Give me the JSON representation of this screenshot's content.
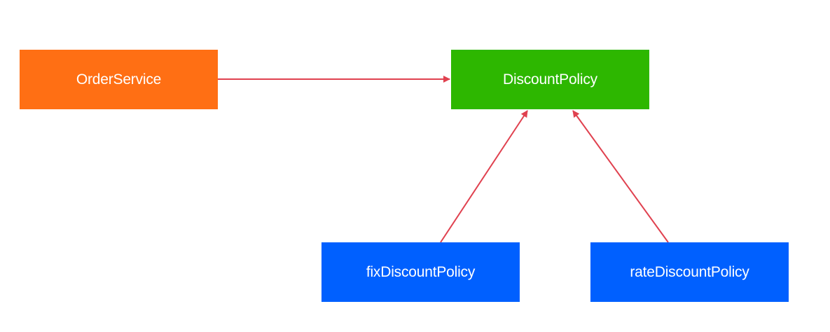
{
  "nodes": {
    "order_service": {
      "label": "OrderService",
      "color": "#ff6f14"
    },
    "discount_policy": {
      "label": "DiscountPolicy",
      "color": "#2db700"
    },
    "fix_discount_policy": {
      "label": "fixDiscountPolicy",
      "color": "#0060ff"
    },
    "rate_discount_policy": {
      "label": "rateDiscountPolicy",
      "color": "#0060ff"
    }
  },
  "edges": [
    {
      "from": "OrderService",
      "to": "DiscountPolicy"
    },
    {
      "from": "fixDiscountPolicy",
      "to": "DiscountPolicy"
    },
    {
      "from": "rateDiscountPolicy",
      "to": "DiscountPolicy"
    }
  ],
  "edge_color": "#e0414f"
}
